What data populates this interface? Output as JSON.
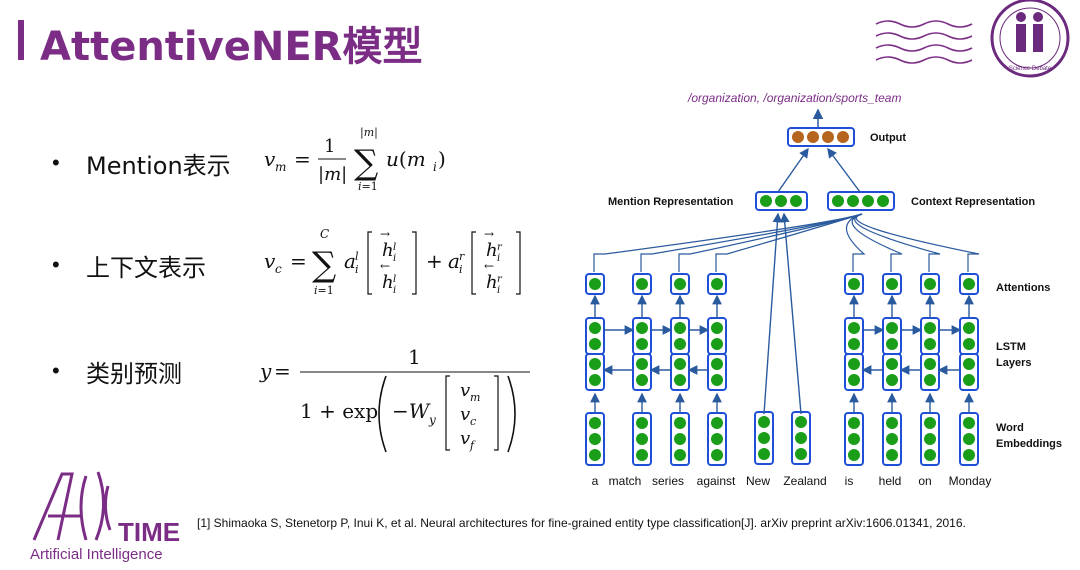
{
  "title": "AttentiveNER模型",
  "bullets": [
    {
      "label": "Mention表示"
    },
    {
      "label": "上下文表示"
    },
    {
      "label": "类别预测"
    }
  ],
  "diagram": {
    "output_types": "/organization, /organization/sports_team",
    "output_label": "Output",
    "mention_rep_label": "Mention Representation",
    "context_rep_label": "Context Representation",
    "attentions_label": "Attentions",
    "lstm_label_line1": "LSTM",
    "lstm_label_line2": "Layers",
    "embed_label_line1": "Word",
    "embed_label_line2": "Embeddings",
    "words": [
      "a",
      "match",
      "series",
      "against",
      "New",
      "Zealand",
      "is",
      "held",
      "on",
      "Monday"
    ],
    "colors": {
      "node_green": "#1a9e1a",
      "node_brown": "#b5651d",
      "box_blue": "#1f4fd6",
      "arrow": "#2a5a9e"
    }
  },
  "footnote": "[1] Shimaoka S, Stenetorp P, Inui K, et al. Neural architectures for fine-grained entity type classification[J]. arXiv preprint arXiv:1606.01341, 2016.",
  "logo": {
    "time": "TIME",
    "subtitle": "Artificial Intelligence",
    "badge_text": "Science Debate"
  },
  "accent_color": "#7b2d86"
}
